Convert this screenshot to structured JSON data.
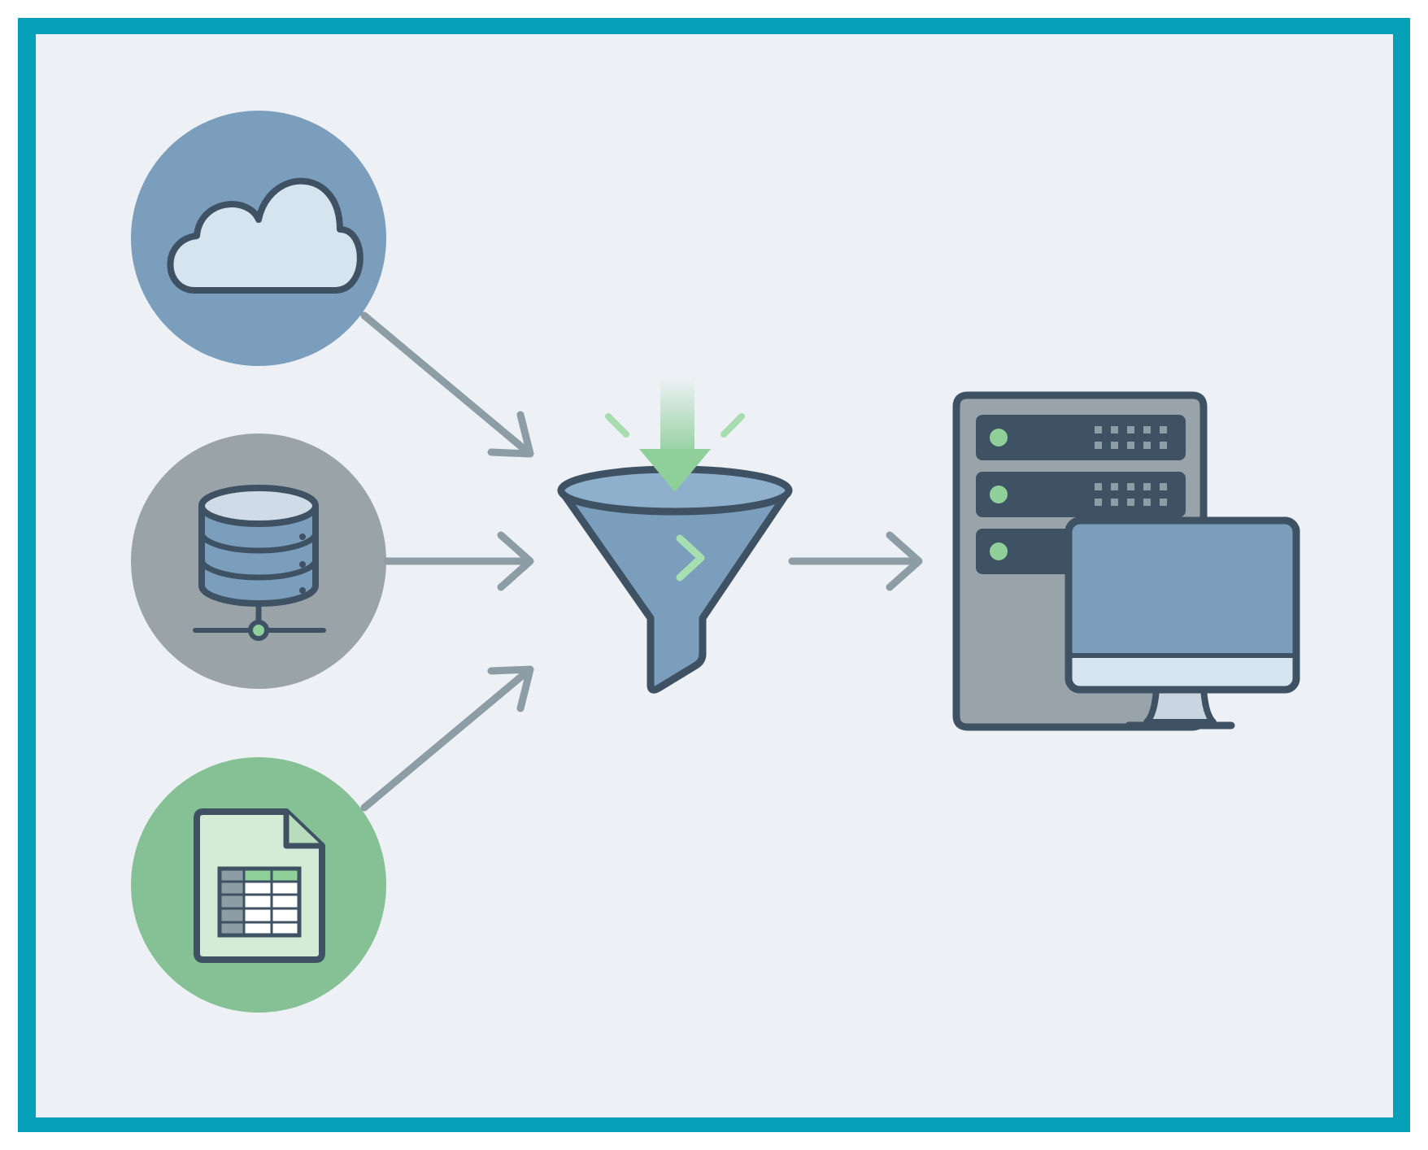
{
  "diagram": {
    "type": "data-flow",
    "sources": [
      {
        "id": "cloud",
        "icon": "cloud-icon",
        "fill": "#7b9ebd"
      },
      {
        "id": "database",
        "icon": "database-icon",
        "fill": "#9aa4a8"
      },
      {
        "id": "spreadsheet",
        "icon": "spreadsheet-icon",
        "fill": "#86c195"
      }
    ],
    "processor": {
      "id": "funnel",
      "icon": "funnel-icon"
    },
    "target": {
      "id": "server-workstation",
      "icon": "server-monitor-icon"
    },
    "edges": [
      {
        "from": "cloud",
        "to": "funnel"
      },
      {
        "from": "database",
        "to": "funnel"
      },
      {
        "from": "spreadsheet",
        "to": "funnel"
      },
      {
        "from": "funnel",
        "to": "server-workstation"
      }
    ]
  },
  "colors": {
    "frame": "#05a0b8",
    "background": "#edf1f5",
    "outline": "#3f5264",
    "arrow": "#8d9da5",
    "accent_green": "#8fcf9a",
    "blue": "#7b9ebd",
    "grey": "#9aa4a8",
    "green": "#86c195"
  }
}
